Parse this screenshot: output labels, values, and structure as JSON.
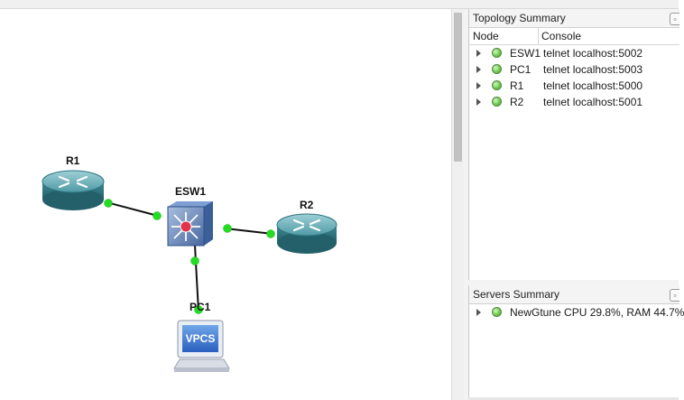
{
  "canvas": {
    "nodes": [
      {
        "id": "R1",
        "label": "R1",
        "type": "router"
      },
      {
        "id": "ESW1",
        "label": "ESW1",
        "type": "switch"
      },
      {
        "id": "R2",
        "label": "R2",
        "type": "router"
      },
      {
        "id": "PC1",
        "label": "PC1",
        "type": "vpcs",
        "icon_text": "VPCS"
      }
    ],
    "link_status_color": "#22dd22"
  },
  "topology_summary": {
    "title": "Topology Summary",
    "columns": {
      "node": "Node",
      "console": "Console"
    },
    "rows": [
      {
        "node": "ESW1",
        "console": "telnet localhost:5002",
        "status": "started"
      },
      {
        "node": "PC1",
        "console": "telnet localhost:5003",
        "status": "started"
      },
      {
        "node": "R1",
        "console": "telnet localhost:5000",
        "status": "started"
      },
      {
        "node": "R2",
        "console": "telnet localhost:5001",
        "status": "started"
      }
    ]
  },
  "servers_summary": {
    "title": "Servers Summary",
    "rows": [
      {
        "text": "NewGtune CPU 29.8%, RAM 44.7%",
        "status": "connected"
      }
    ]
  },
  "icons": {
    "status": "green-led-icon",
    "expand": "expand-arrow-icon",
    "float": "dock-float-icon"
  }
}
